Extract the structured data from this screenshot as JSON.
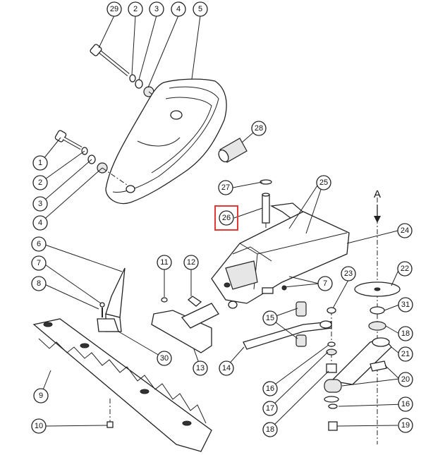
{
  "diagram": {
    "highlight_color": "#e53935",
    "arrow_label": "A",
    "callouts": {
      "c29": "29",
      "c2_top": "2",
      "c3_top": "3",
      "c4_top": "4",
      "c5": "5",
      "c28": "28",
      "c1": "1",
      "c2_left": "2",
      "c3_left": "3",
      "c4_left": "4",
      "c27": "27",
      "c25": "25",
      "c26": "26",
      "c24": "24",
      "c22": "22",
      "c6": "6",
      "c7_left": "7",
      "c8": "8",
      "c11": "11",
      "c12": "12",
      "c7_mid": "7",
      "c23": "23",
      "c31": "31",
      "c15": "15",
      "c18_right": "18",
      "c21": "21",
      "c30": "30",
      "c13": "13",
      "c14": "14",
      "c20": "20",
      "c9": "9",
      "c16_mid": "16",
      "c17": "17",
      "c16_right": "16",
      "c10": "10",
      "c18_bottom": "18",
      "c19": "19"
    }
  }
}
